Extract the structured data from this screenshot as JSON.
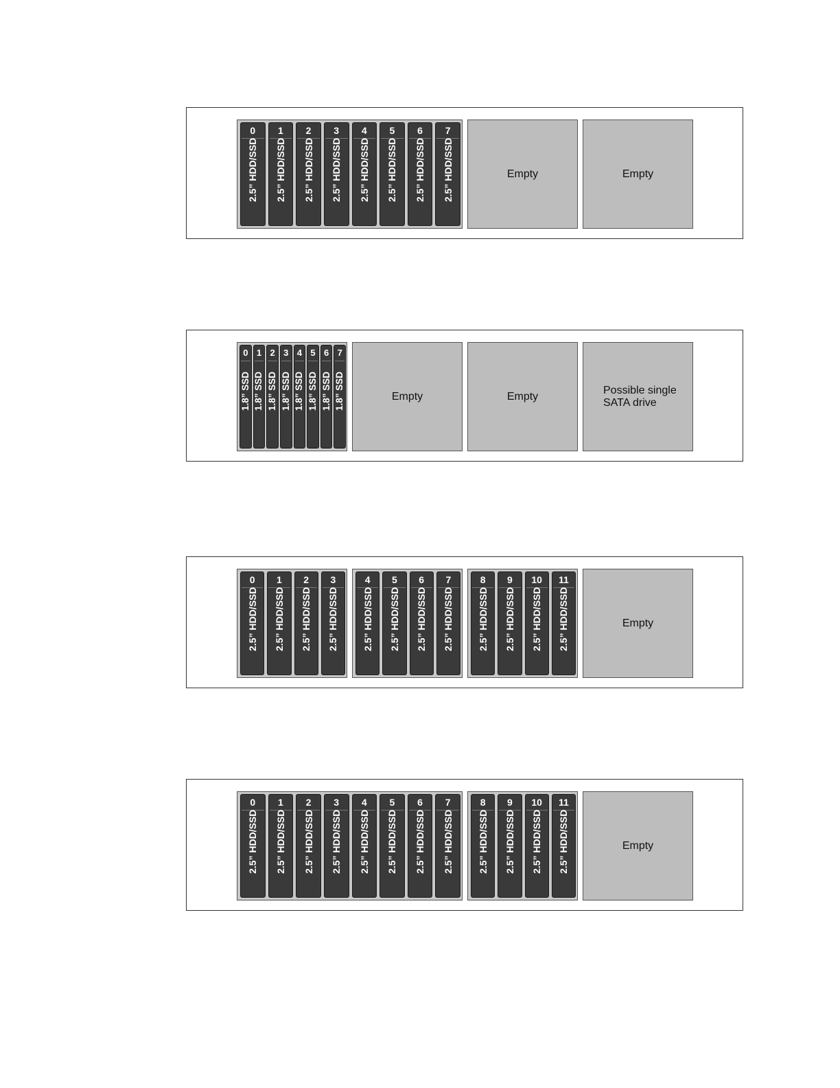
{
  "colors": {
    "drive_fill": "#3a3a3a",
    "bay_fill": "#bdbdbd",
    "outline": "#333333"
  },
  "configurations": [
    {
      "bays": [
        {
          "kind": "drives",
          "drives": [
            {
              "slot": "0",
              "label": "2.5” HDD/SSD"
            },
            {
              "slot": "1",
              "label": "2.5” HDD/SSD"
            },
            {
              "slot": "2",
              "label": "2.5” HDD/SSD"
            },
            {
              "slot": "3",
              "label": "2.5” HDD/SSD"
            },
            {
              "slot": "4",
              "label": "2.5” HDD/SSD"
            },
            {
              "slot": "5",
              "label": "2.5” HDD/SSD"
            },
            {
              "slot": "6",
              "label": "2.5” HDD/SSD"
            },
            {
              "slot": "7",
              "label": "2.5” HDD/SSD"
            }
          ]
        },
        {
          "kind": "empty",
          "label": "Empty"
        },
        {
          "kind": "empty",
          "label": "Empty"
        }
      ]
    },
    {
      "bays": [
        {
          "kind": "drives",
          "drives": [
            {
              "slot": "0",
              "label": "1.8” SSD"
            },
            {
              "slot": "1",
              "label": "1.8” SSD"
            },
            {
              "slot": "2",
              "label": "1.8” SSD"
            },
            {
              "slot": "3",
              "label": "1.8” SSD"
            },
            {
              "slot": "4",
              "label": "1.8” SSD"
            },
            {
              "slot": "5",
              "label": "1.8” SSD"
            },
            {
              "slot": "6",
              "label": "1.8” SSD"
            },
            {
              "slot": "7",
              "label": "1.8” SSD"
            }
          ]
        },
        {
          "kind": "empty",
          "label": "Empty"
        },
        {
          "kind": "empty",
          "label": "Empty"
        },
        {
          "kind": "empty",
          "label": "Possible single\nSATA drive"
        }
      ]
    },
    {
      "bays": [
        {
          "kind": "drives",
          "drives": [
            {
              "slot": "0",
              "label": "2.5” HDD/SSD"
            },
            {
              "slot": "1",
              "label": "2.5” HDD/SSD"
            },
            {
              "slot": "2",
              "label": "2.5” HDD/SSD"
            },
            {
              "slot": "3",
              "label": "2.5” HDD/SSD"
            }
          ]
        },
        {
          "kind": "drives",
          "drives": [
            {
              "slot": "4",
              "label": "2.5” HDD/SSD"
            },
            {
              "slot": "5",
              "label": "2.5” HDD/SSD"
            },
            {
              "slot": "6",
              "label": "2.5” HDD/SSD"
            },
            {
              "slot": "7",
              "label": "2.5” HDD/SSD"
            }
          ]
        },
        {
          "kind": "drives",
          "drives": [
            {
              "slot": "8",
              "label": "2.5” HDD/SSD"
            },
            {
              "slot": "9",
              "label": "2.5” HDD/SSD"
            },
            {
              "slot": "10",
              "label": "2.5” HDD/SSD"
            },
            {
              "slot": "11",
              "label": "2.5” HDD/SSD"
            }
          ]
        },
        {
          "kind": "empty",
          "label": "Empty"
        }
      ]
    },
    {
      "bays": [
        {
          "kind": "drives",
          "drives": [
            {
              "slot": "0",
              "label": "2.5” HDD/SSD"
            },
            {
              "slot": "1",
              "label": "2.5” HDD/SSD"
            },
            {
              "slot": "2",
              "label": "2.5” HDD/SSD"
            },
            {
              "slot": "3",
              "label": "2.5” HDD/SSD"
            },
            {
              "slot": "4",
              "label": "2.5” HDD/SSD"
            },
            {
              "slot": "5",
              "label": "2.5” HDD/SSD"
            },
            {
              "slot": "6",
              "label": "2.5” HDD/SSD"
            },
            {
              "slot": "7",
              "label": "2.5” HDD/SSD"
            }
          ]
        },
        {
          "kind": "drives",
          "drives": [
            {
              "slot": "8",
              "label": "2.5” HDD/SSD"
            },
            {
              "slot": "9",
              "label": "2.5” HDD/SSD"
            },
            {
              "slot": "10",
              "label": "2.5” HDD/SSD"
            },
            {
              "slot": "11",
              "label": "2.5” HDD/SSD"
            }
          ]
        },
        {
          "kind": "empty",
          "label": "Empty"
        }
      ]
    }
  ]
}
